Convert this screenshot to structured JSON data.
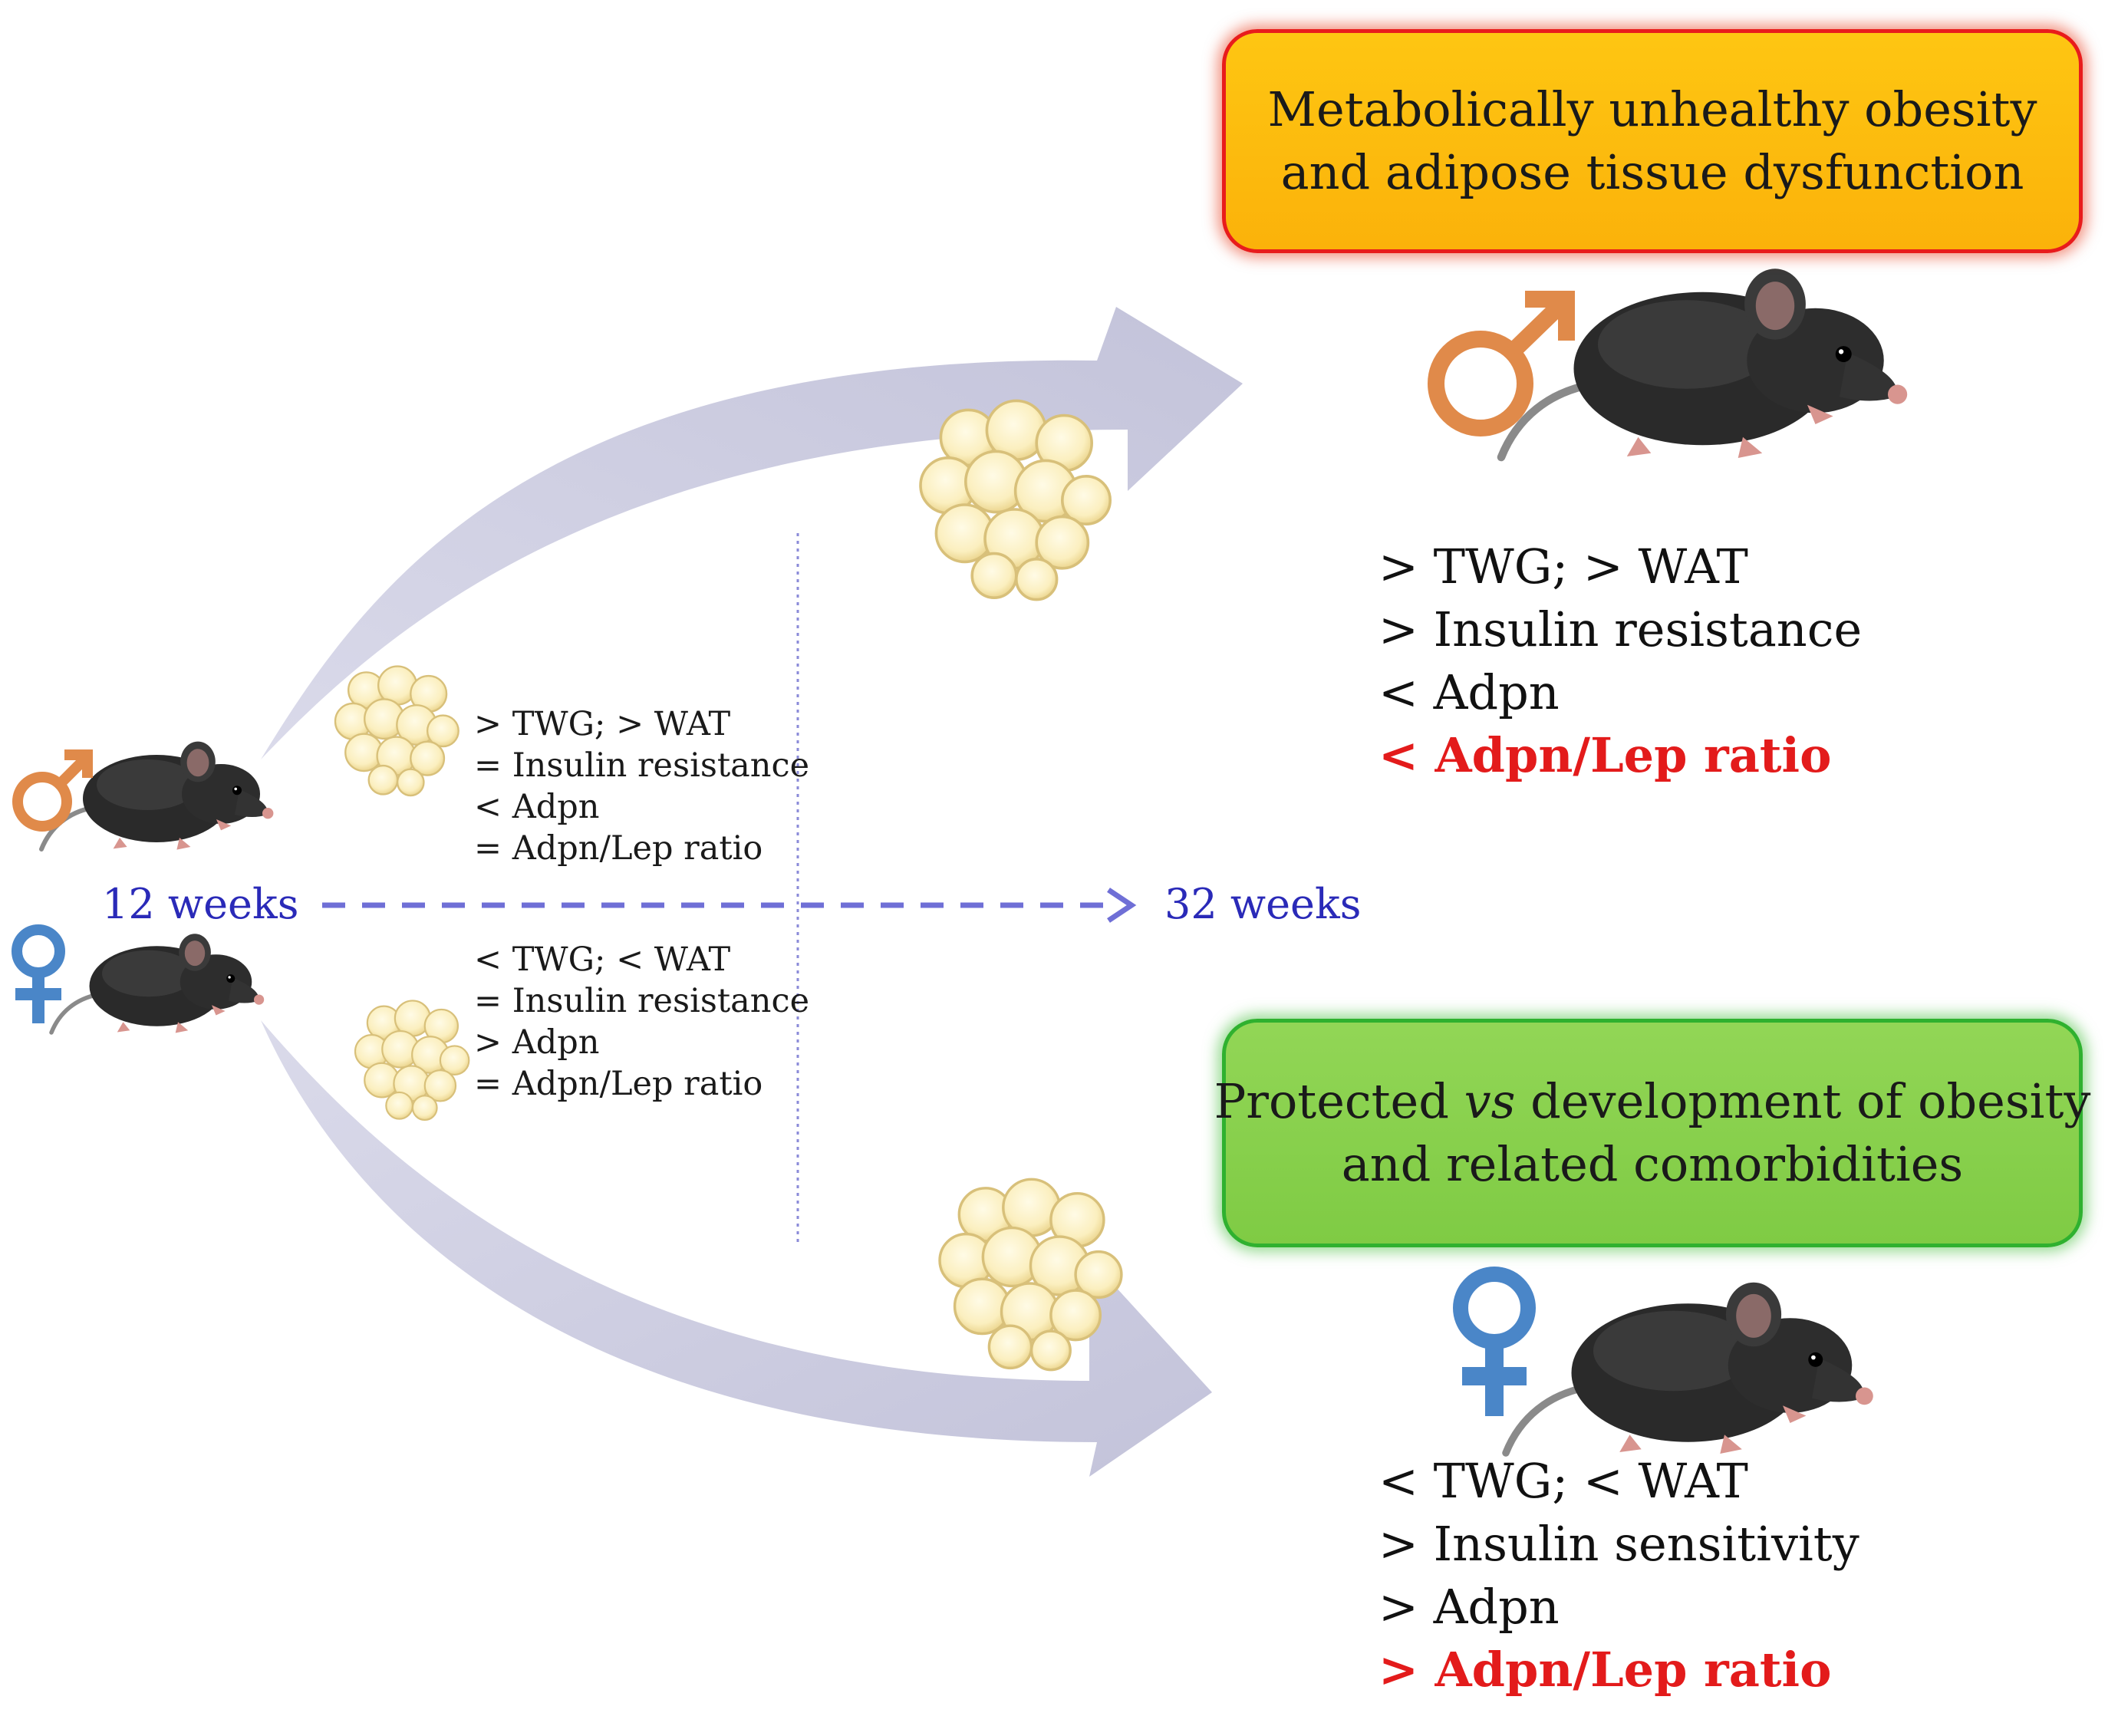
{
  "timeline": {
    "start_label": "12 weeks",
    "end_label": "32 weeks"
  },
  "male_12w": {
    "lines": [
      "> TWG; > WAT",
      "= Insulin resistance",
      "< Adpn",
      "= Adpn/Lep ratio"
    ]
  },
  "female_12w": {
    "lines": [
      "< TWG; < WAT",
      "= Insulin resistance",
      "> Adpn",
      "= Adpn/Lep ratio"
    ]
  },
  "male_32w": {
    "box_line1": "Metabolically unhealthy obesity",
    "box_line2": "and adipose tissue dysfunction",
    "lines": [
      "> TWG; > WAT",
      "> Insulin resistance",
      "< Adpn"
    ],
    "highlight": "< Adpn/Lep ratio"
  },
  "female_32w": {
    "box_line1_part1": "Protected ",
    "box_line1_italic": "vs",
    "box_line1_part2": " development of obesity",
    "box_line2": "and related comorbidities",
    "lines": [
      "< TWG; < WAT",
      "> Insulin sensitivity",
      "> Adpn"
    ],
    "highlight": "> Adpn/Lep ratio"
  },
  "colors": {
    "arrow": "#c8c8dc",
    "timeline": "#6f6fd6",
    "timeline_text": "#2a2ab8",
    "male_symbol": "#e08a4a",
    "female_symbol": "#4a86c8",
    "highlight_red": "#e31b1b",
    "box_orange": "#fdc010",
    "box_green": "#8ad04e",
    "adipocyte_fill": "#fbf0c0",
    "adipocyte_stroke": "#d8c07a"
  },
  "icons": [
    "male-symbol-icon",
    "female-symbol-icon",
    "mouse-icon",
    "adipocyte-cluster-icon"
  ]
}
